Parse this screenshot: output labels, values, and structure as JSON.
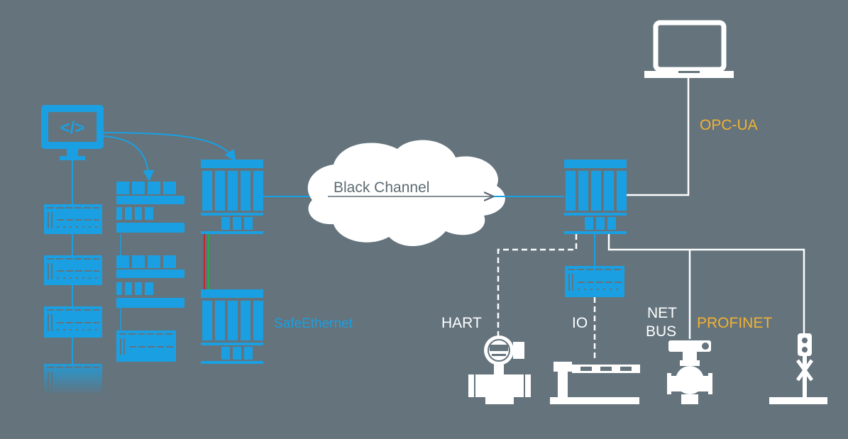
{
  "diagram": {
    "labels": {
      "black_channel": "Black Channel",
      "opc_ua": "OPC-UA",
      "safe_ethernet": "SafeEthernet",
      "hart": "HART",
      "io": "IO",
      "netbus_line1": "NET",
      "netbus_line2": "BUS",
      "profinet": "PROFINET"
    },
    "colors": {
      "background": "#64737c",
      "device_blue": "#1aa0e2",
      "line_white": "#ffffff",
      "label_yellow": "#f2b233",
      "safety_red": "#c0252b",
      "safety_green": "#2aa84a",
      "cloud": "#ffffff"
    },
    "icons": [
      "code-monitor-icon",
      "laptop-icon",
      "cloud-icon",
      "plc-rack-icon",
      "io-module-icon",
      "flowmeter-icon",
      "barrier-gate-icon",
      "control-valve-icon",
      "signal-light-icon"
    ]
  }
}
